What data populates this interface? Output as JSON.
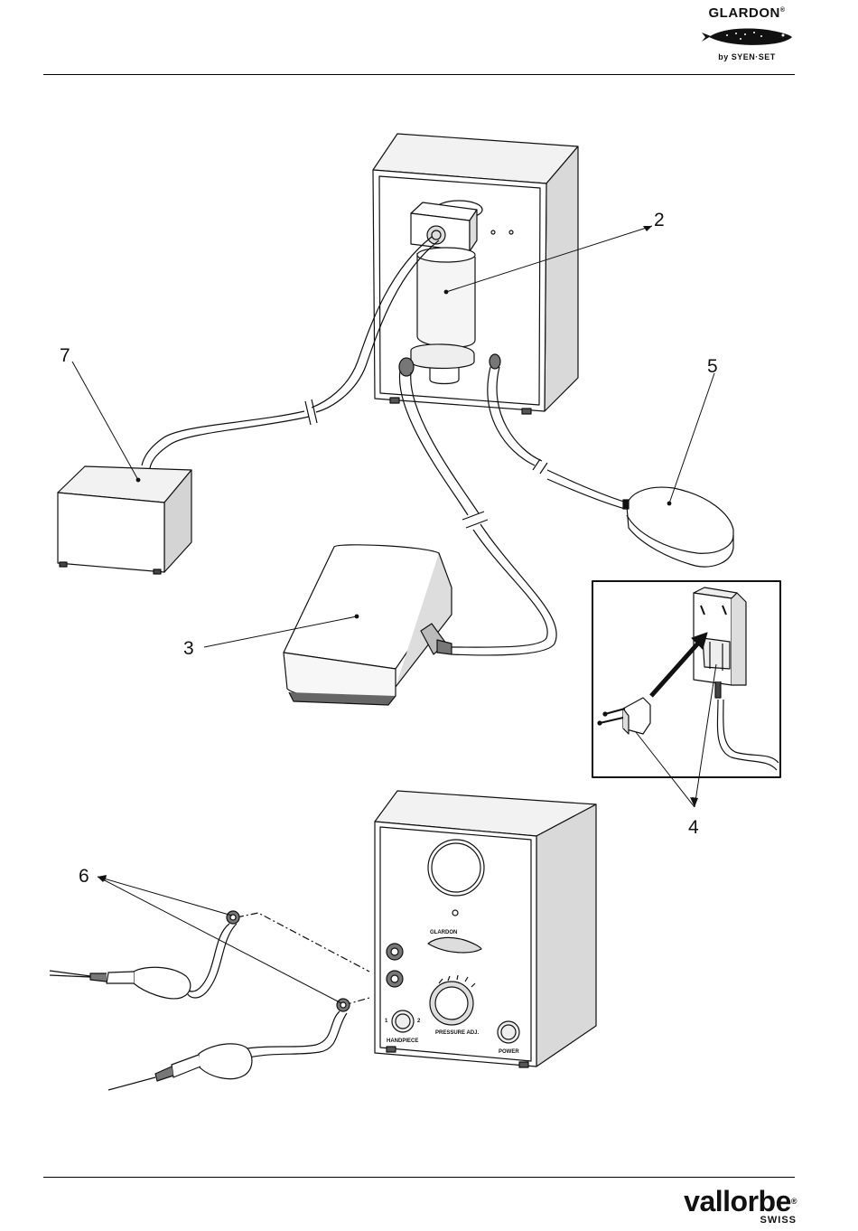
{
  "header": {
    "brand": "GLARDON",
    "brand_mark": "®",
    "brand_by": "by SYEN·SET"
  },
  "footer": {
    "brand": "vallorbe",
    "brand_mark": "®",
    "brand_sub": "SWISS"
  },
  "callouts": {
    "c2": "2",
    "c3": "3",
    "c4": "4",
    "c5": "5",
    "c6": "6",
    "c7": "7"
  },
  "front_panel": {
    "logo": "GLARDON",
    "handpiece_label": "HANDPIECE",
    "hp_1": "1",
    "hp_2": "2",
    "pressure_label": "PRESSURE ADJ.",
    "power_label": "POWER"
  }
}
